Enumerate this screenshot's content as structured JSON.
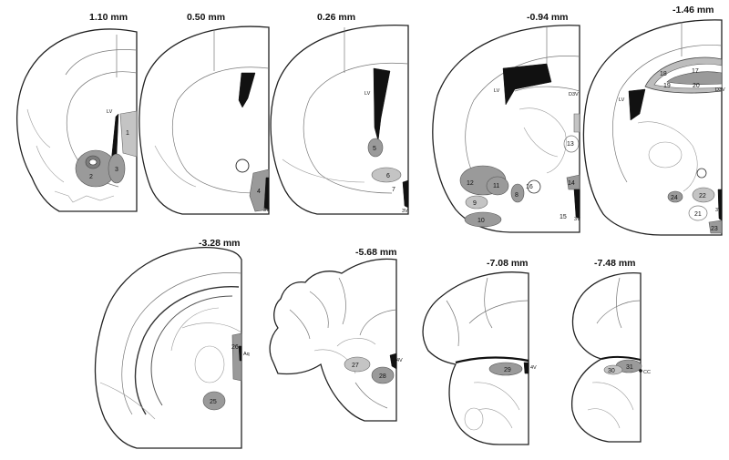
{
  "sections": [
    {
      "level": "1.10 mm",
      "ventricles": [
        "LV"
      ],
      "regions": [
        "1",
        "2",
        "3"
      ]
    },
    {
      "level": "0.50 mm",
      "ventricles": [
        "3V"
      ],
      "regions": [
        "4"
      ]
    },
    {
      "level": "0.26 mm",
      "ventricles": [
        "LV",
        "3V"
      ],
      "regions": [
        "5",
        "6",
        "7"
      ]
    },
    {
      "level": "-0.94 mm",
      "ventricles": [
        "LV",
        "D3V",
        "3V"
      ],
      "regions": [
        "8",
        "9",
        "10",
        "11",
        "12",
        "13",
        "14",
        "15",
        "16"
      ]
    },
    {
      "level": "-1.46 mm",
      "ventricles": [
        "LV",
        "D3V",
        "3V"
      ],
      "regions": [
        "17",
        "18",
        "19",
        "20",
        "21",
        "22",
        "23",
        "24"
      ]
    },
    {
      "level": "-3.28 mm",
      "ventricles": [
        "Aq"
      ],
      "regions": [
        "25",
        "26"
      ]
    },
    {
      "level": "-5.68 mm",
      "ventricles": [
        "4V"
      ],
      "regions": [
        "27",
        "28"
      ]
    },
    {
      "level": "-7.08 mm",
      "ventricles": [
        "4V"
      ],
      "regions": [
        "29"
      ]
    },
    {
      "level": "-7.48 mm",
      "ventricles": [
        "CC"
      ],
      "regions": [
        "30",
        "31"
      ]
    }
  ],
  "colors": {
    "dark_fill": "#111111",
    "region_mid": "#9a9a9a",
    "region_light": "#c4c4c4",
    "region_dark": "#7c7c7c"
  }
}
